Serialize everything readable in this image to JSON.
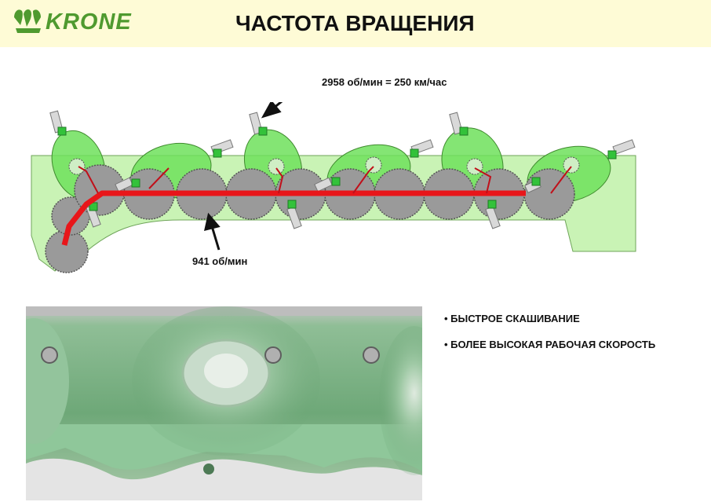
{
  "header": {
    "logo_text": "KRONE",
    "title": "ЧАСТОТА ВРАЩЕНИЯ"
  },
  "diagram": {
    "label_top": "2958 об/мин = 250 км/час",
    "label_bottom": "941 об/мин",
    "colors": {
      "frame": "#c9f3b5",
      "disc": "#6fe05c",
      "gear": "#9a9a9a",
      "drive": "#e8161a"
    }
  },
  "bullets": [
    "• БЫСТРОЕ СКАШИВАНИЕ",
    "• БОЛЕЕ ВЫСОКАЯ РАБОЧАЯ СКОРОСТЬ"
  ]
}
